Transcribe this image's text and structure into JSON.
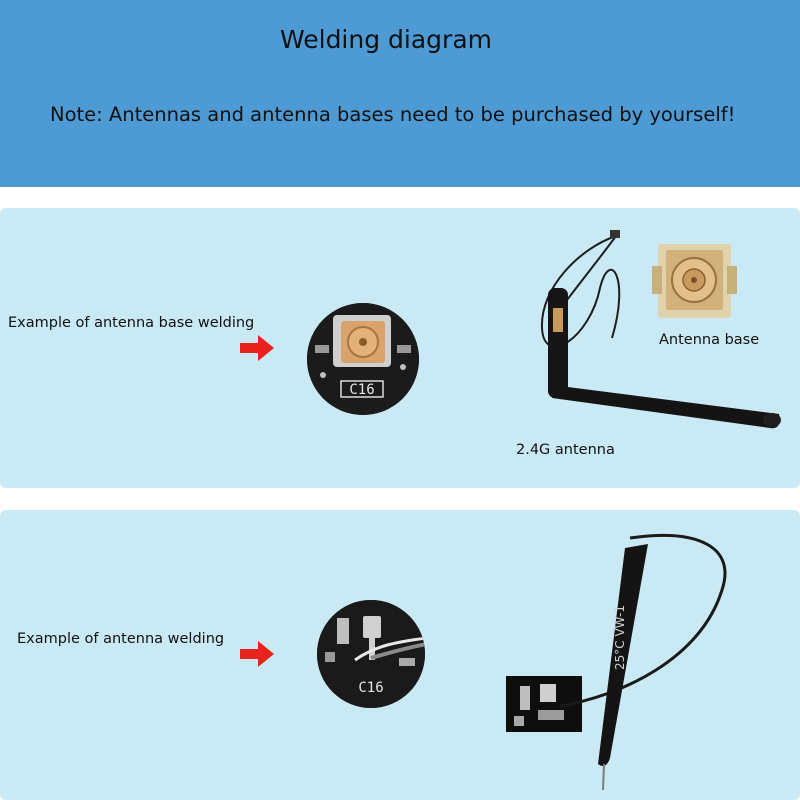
{
  "header": {
    "title": "Welding diagram",
    "note": "Note: Antennas and antenna bases need to be purchased by yourself!"
  },
  "panel_base": {
    "example_label": "Example of antenna base welding",
    "pcb_text": "C16",
    "base_label": "Antenna base",
    "antenna_label": "2.4G antenna"
  },
  "panel_antenna": {
    "example_label": "Example of antenna welding",
    "pcb_text": "C16",
    "antenna_print": "25°C  VW-1"
  },
  "colors": {
    "header_bg": "#4d9ad4",
    "panel_bg": "#c9eaf4",
    "arrow": "#e8221c"
  }
}
